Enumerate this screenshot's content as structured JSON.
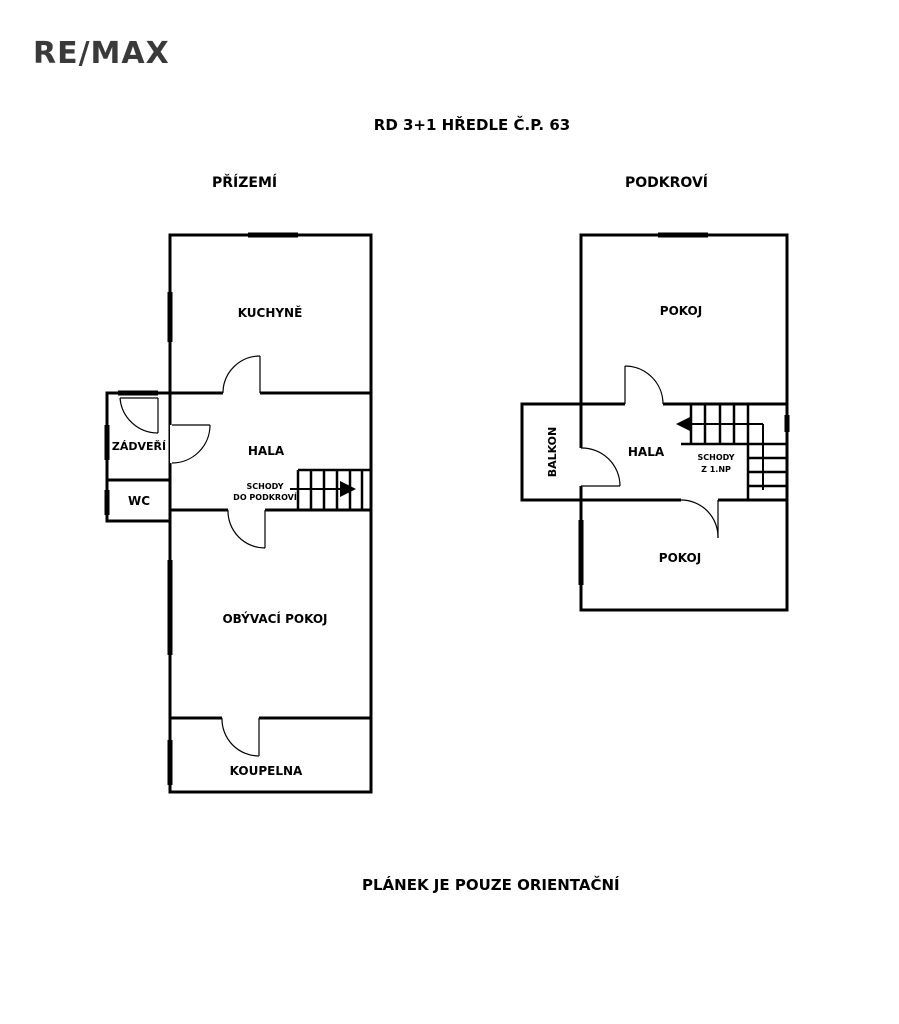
{
  "logo": "RE/MAX",
  "title": "RD 3+1  HŘEDLE Č.P. 63",
  "floors": {
    "ground": {
      "label": "PŘÍZEMÍ",
      "rooms": {
        "kitchen": "KUCHYNĚ",
        "entrance": "ZÁDVEŘÍ",
        "hall": "HALA",
        "stairs_line1": "SCHODY",
        "stairs_line2": "DO PODKROVÍ",
        "wc": "WC",
        "living": "OBÝVACÍ POKOJ",
        "bathroom": "KOUPELNA"
      }
    },
    "attic": {
      "label": "PODKROVÍ",
      "rooms": {
        "room_top": "POKOJ",
        "balcony": "BALKON",
        "hall": "HALA",
        "stairs_line1": "SCHODY",
        "stairs_line2": "Z 1.NP",
        "room_bottom": "POKOJ"
      }
    }
  },
  "note": "PLÁNEK JE POUZE ORIENTAČNÍ"
}
